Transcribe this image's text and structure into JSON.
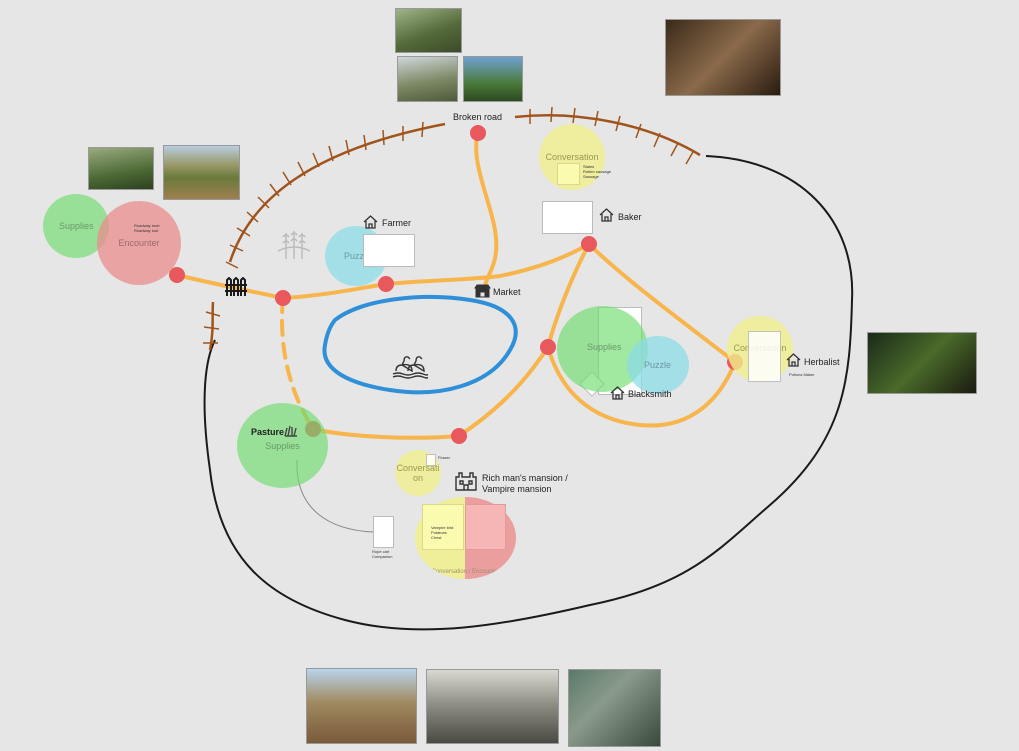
{
  "map": {
    "locations": {
      "broken_road": "Broken road",
      "farmer": "Farmer",
      "baker": "Baker",
      "market": "Market",
      "herbalist": "Herbalist",
      "blacksmith": "Blacksmith",
      "pasture": "Pasture",
      "mansion_line1": "Rich man's mansion /",
      "mansion_line2": "Vampire mansion"
    },
    "bubbles": {
      "supplies_left": "Supplies",
      "encounter_left": "Encounter",
      "puzzle_farmer": "Puzzle",
      "conversation_top": "Conversation",
      "supplies_center": "Supplies",
      "puzzle_center": "Puzzle",
      "conversation_right": "Conversation",
      "supplies_pasture": "Supplies",
      "conversation_mid_1": "Conversati",
      "conversation_mid_2": "on",
      "conversation_encounter": "Conversation / Encounter"
    },
    "small_notes": {
      "encounter": [
        "Roadway mob",
        "Roadway loot"
      ],
      "baker": [
        "Stales",
        "Rotten sausage",
        "Sausage"
      ],
      "herbalist": [
        "Potions Maker"
      ],
      "mansion": [
        "Vampire bird",
        "Potatoes",
        "Chest"
      ],
      "pasture": [
        "Rope cart",
        "Companion"
      ],
      "conversation_mid": [
        "Flower"
      ]
    }
  },
  "colors": {
    "path_orange": "#f7b54b",
    "node_red": "#e8585c",
    "rail_brown": "#a0541c",
    "lake_blue": "#2f8fd8",
    "border_black": "#1a1a1a"
  }
}
